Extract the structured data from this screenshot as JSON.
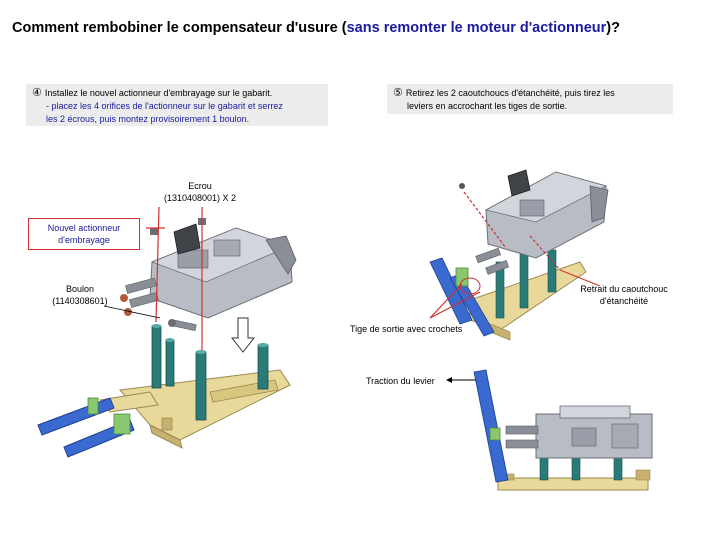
{
  "title": {
    "prefix": "Comment rembobiner le compensateur d'usure (",
    "highlight": "sans remonter le moteur d'actionneur",
    "suffix": ")?"
  },
  "step4": {
    "number": "④",
    "line1": "Installez le nouvel actionneur d'embrayage sur le gabarit.",
    "sub1": "- placez les 4 orifices de l'actionneur sur le gabarit et serrez",
    "sub2": "les 2 écrous, puis montez provisoirement 1 boulon."
  },
  "step5": {
    "number": "⑤",
    "line1": "Retirez les 2 caoutchoucs d'étanchéité, puis tirez les",
    "line2": "leviers en accrochant les tiges de sortie."
  },
  "labels": {
    "ecrou_name": "Ecrou",
    "ecrou_ref": "(1310408001) X 2",
    "new_actuator": "Nouvel actionneur d'embrayage",
    "boulon_name": "Boulon",
    "boulon_ref": "(1140308601)",
    "rubber_line1": "Retrait du caoutchouc",
    "rubber_line2": "d'étanchéité",
    "rods": "Tige de sortie avec crochets",
    "traction": "Traction du levier"
  },
  "colors": {
    "accent_text": "#1a1aa0",
    "callout_red": "#d23030",
    "box_gray": "#ececec",
    "jig_tan": "#e8d89a",
    "rod_teal": "#2a7a78",
    "lever_blue": "#3a6ad0",
    "actuator_silver": "#b8bcc4"
  }
}
